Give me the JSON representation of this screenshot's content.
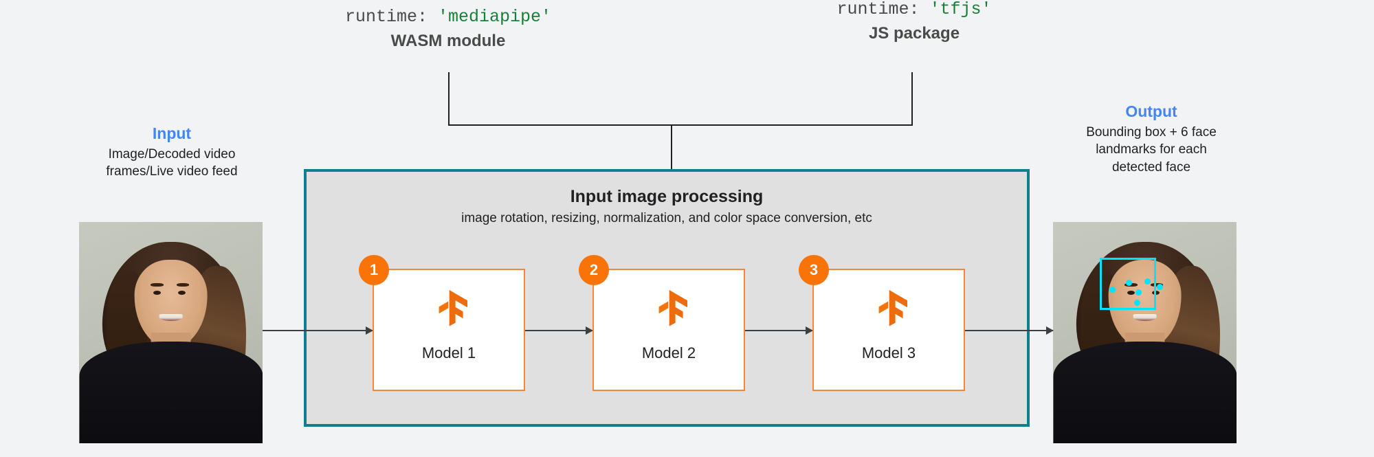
{
  "diagram": {
    "background_color": "#f1f3f4",
    "accent_blue": "#4285f4",
    "accent_orange": "#f97306",
    "accent_teal": "#0e7f90",
    "detection_cyan": "#00e5ff",
    "code_string_green": "#188038"
  },
  "runtimes": [
    {
      "code_prefix": "runtime: ",
      "code_value": "'mediapipe'",
      "subtitle": "WASM module"
    },
    {
      "code_prefix": "runtime: ",
      "code_value": "'tfjs'",
      "subtitle": "JS package"
    }
  ],
  "input": {
    "title": "Input",
    "description_line1": "Image/Decoded video",
    "description_line2": "frames/Live video feed"
  },
  "output": {
    "title": "Output",
    "description_line1": "Bounding box + 6 face",
    "description_line2": "landmarks for each",
    "description_line3": "detected face"
  },
  "processing_panel": {
    "title": "Input image processing",
    "subtitle": "image rotation, resizing, normalization, and color space conversion, etc"
  },
  "models": [
    {
      "badge": "1",
      "label": "Model 1",
      "logo": "tensorflow-logo"
    },
    {
      "badge": "2",
      "label": "Model 2",
      "logo": "tensorflow-logo"
    },
    {
      "badge": "3",
      "label": "Model 3",
      "logo": "tensorflow-logo"
    }
  ]
}
